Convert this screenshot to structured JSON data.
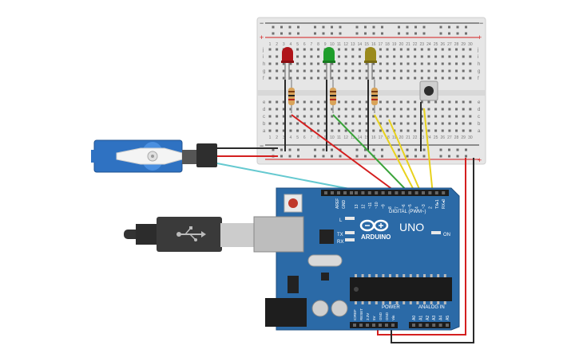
{
  "breadboard": {
    "columns": [
      "1",
      "2",
      "3",
      "4",
      "5",
      "6",
      "7",
      "8",
      "9",
      "10",
      "11",
      "12",
      "13",
      "14",
      "15",
      "16",
      "17",
      "18",
      "19",
      "20",
      "21",
      "22",
      "23",
      "24",
      "25",
      "26",
      "27",
      "28",
      "29",
      "30"
    ],
    "rows_top": [
      "j",
      "i",
      "h",
      "g",
      "f"
    ],
    "rows_bottom": [
      "e",
      "d",
      "c",
      "b",
      "a"
    ],
    "rail_minus": "−",
    "rail_plus": "+"
  },
  "leds": [
    {
      "name": "red-led",
      "color": "#b0141a"
    },
    {
      "name": "green-led",
      "color": "#1f9e2b"
    },
    {
      "name": "yellow-led",
      "color": "#9a8a1c"
    }
  ],
  "arduino": {
    "logo": "ARDUINO",
    "model": "UNO",
    "digital_label": "DIGITAL (PWM~)",
    "power_label": "POWER",
    "analog_label": "ANALOG IN",
    "on_label": "ON",
    "l_label": "L",
    "tx_label": "TX",
    "rx_label": "RX",
    "aref": "AREF",
    "gnd": "GND",
    "digital_pins": [
      "13",
      "12",
      "~11",
      "~10",
      "~9",
      "8",
      "7",
      "~6",
      "~5",
      "4",
      "~3",
      "2",
      "TX▸1",
      "RX◂0"
    ],
    "power_pins": [
      "IOREF",
      "RESET",
      "3.3V",
      "5V",
      "GND",
      "GND",
      "Vin"
    ],
    "analog_pins": [
      "A0",
      "A1",
      "A2",
      "A3",
      "A4",
      "A5"
    ]
  },
  "colors": {
    "board": "#2b6aa7",
    "breadboard": "#e9e9e9",
    "wire_red": "#d41f1f",
    "wire_black": "#3a3a3a",
    "wire_green": "#3aa33a",
    "wire_yellow": "#e8d21e",
    "wire_cyan": "#65c9d0"
  }
}
